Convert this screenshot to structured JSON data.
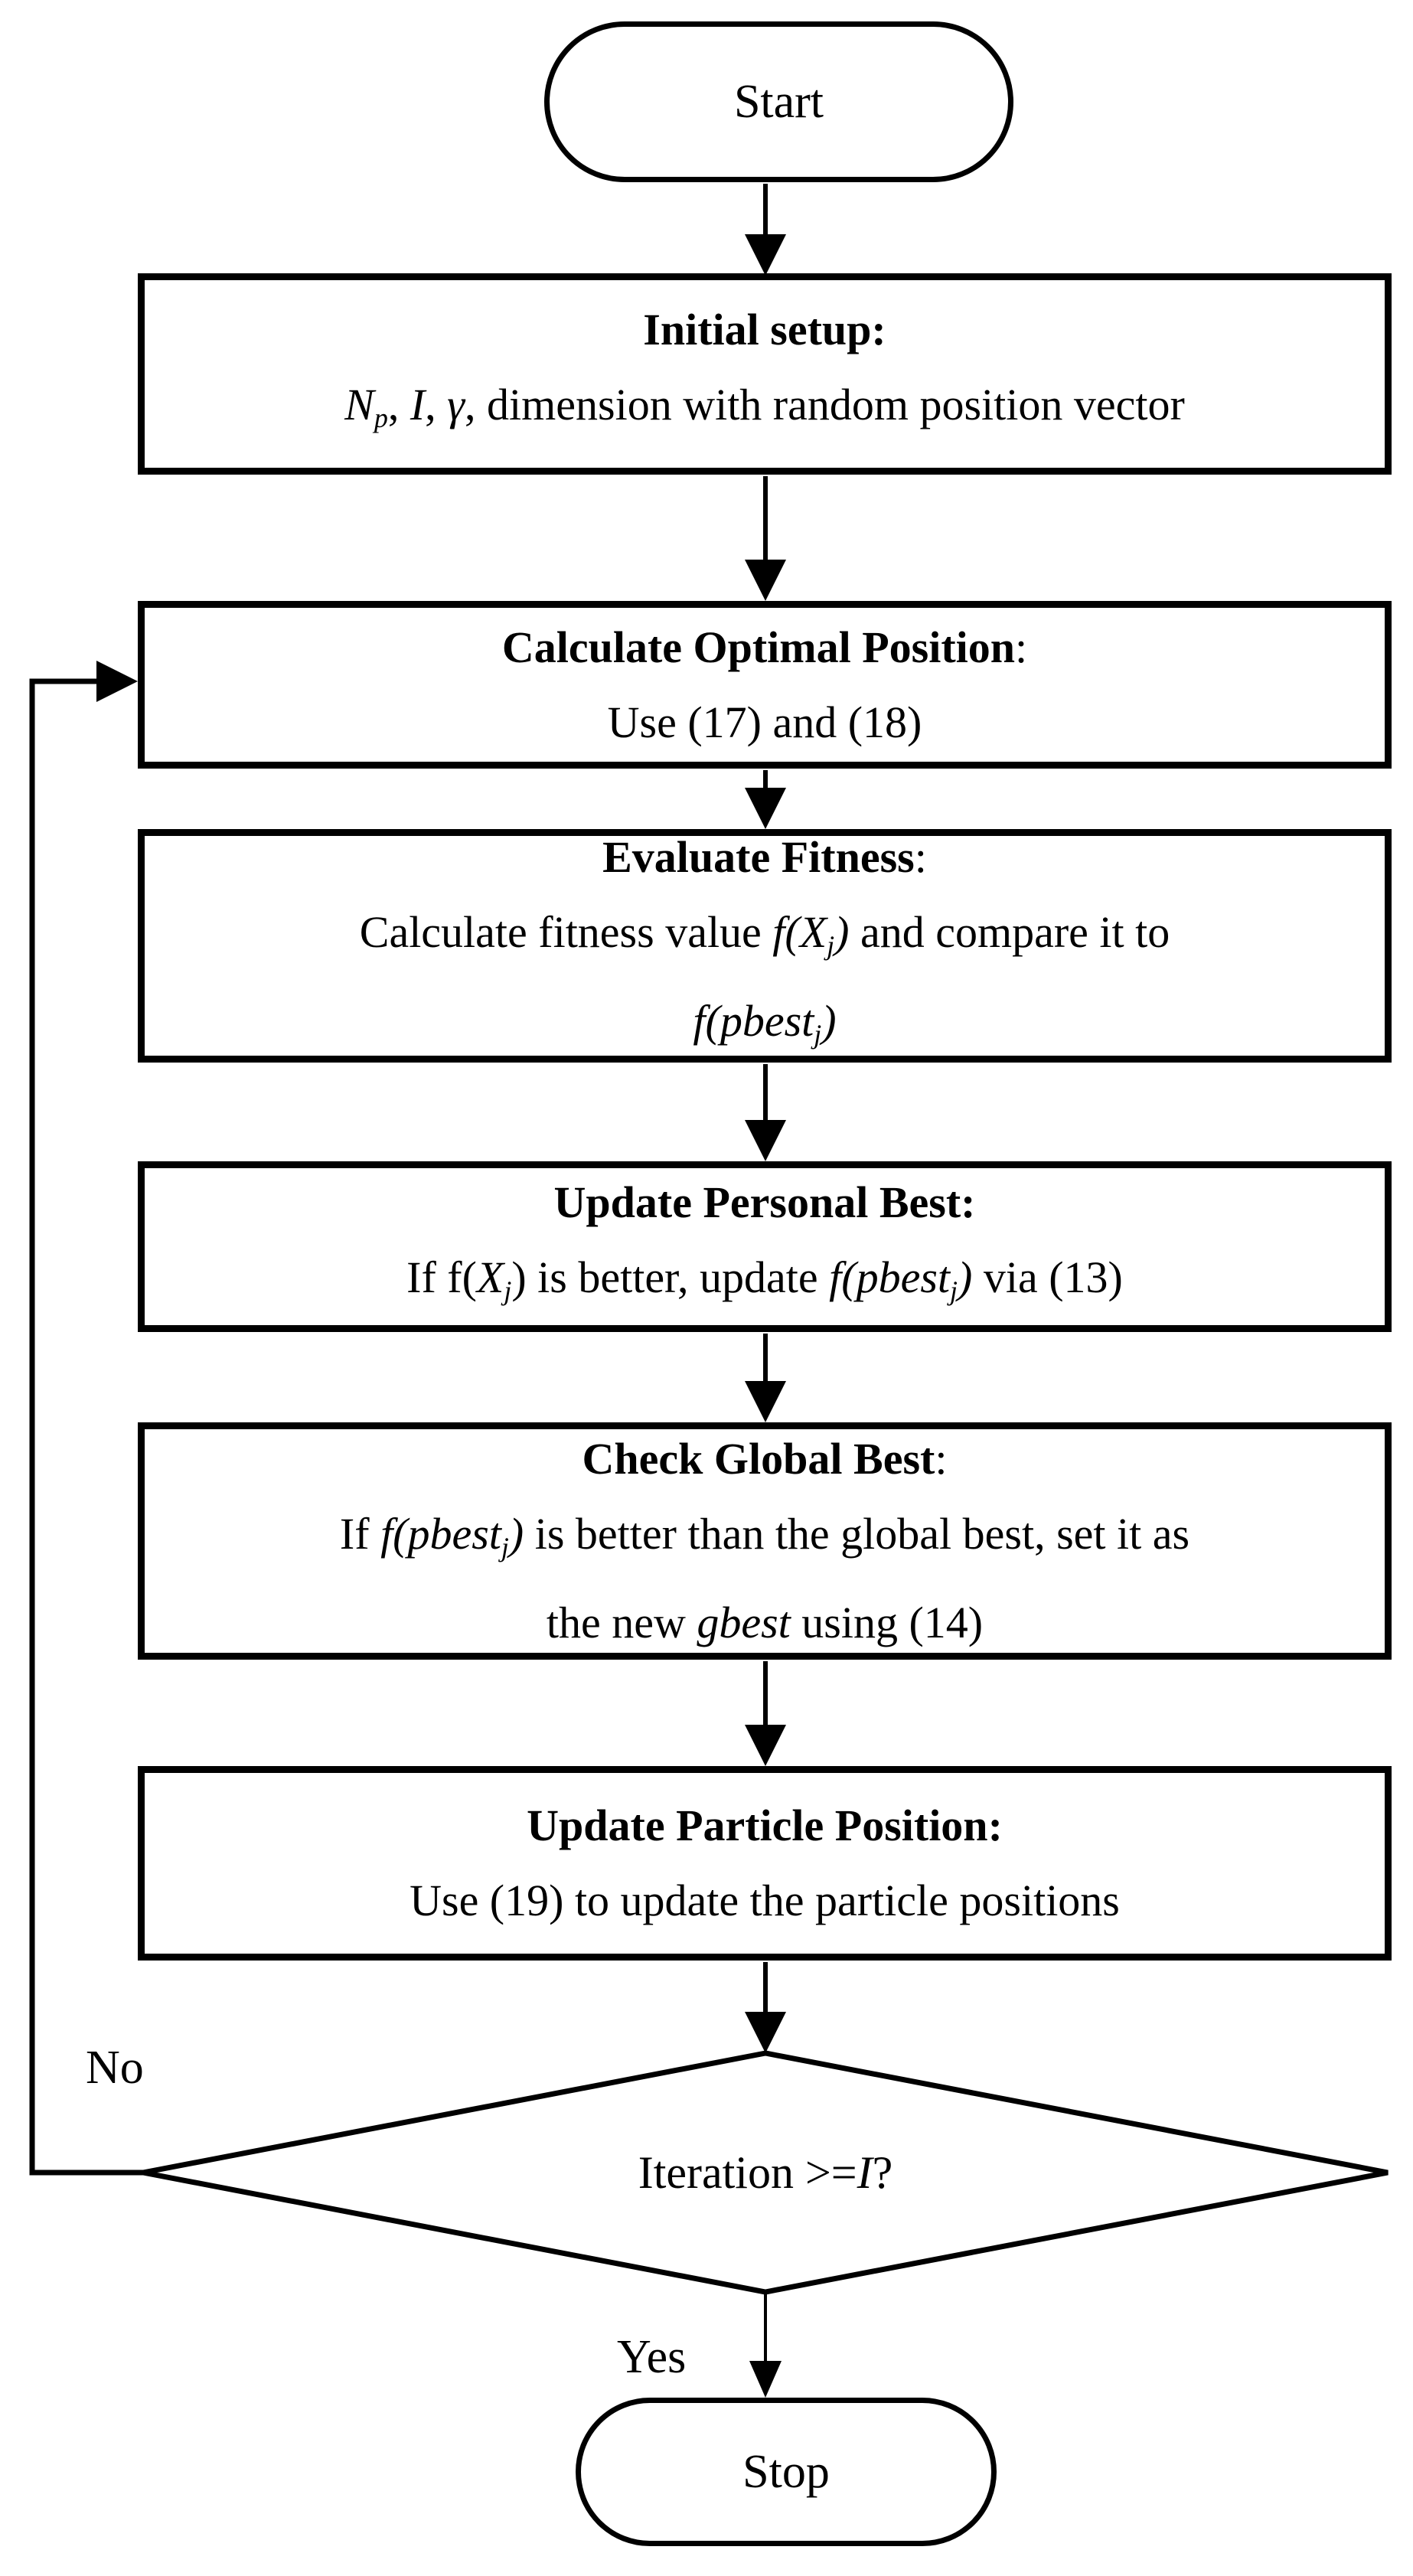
{
  "figure": {
    "type": "flowchart",
    "colors": {
      "stroke": "#000000",
      "fill": "#ffffff",
      "text": "#000000"
    },
    "start_label": "Start",
    "stop_label": "Stop",
    "no_label": "No",
    "yes_label": "Yes",
    "decision": {
      "name": "iteration-check",
      "segments": [
        {
          "t": "Iteration >= ",
          "s": "n"
        },
        {
          "t": "I",
          "s": "i"
        },
        {
          "t": " ?",
          "s": "n"
        }
      ]
    },
    "boxes": [
      {
        "name": "initial-setup",
        "title": [
          {
            "t": "Initial setup:",
            "s": "b"
          }
        ],
        "lines": [
          [
            {
              "t": "N",
              "s": "i"
            },
            {
              "t": "p",
              "s": "isub"
            },
            {
              "t": ", ",
              "s": "n"
            },
            {
              "t": "I",
              "s": "i"
            },
            {
              "t": ", ",
              "s": "n"
            },
            {
              "t": "γ",
              "s": "i"
            },
            {
              "t": ", dimension with random position vector",
              "s": "n"
            }
          ]
        ]
      },
      {
        "name": "calculate-optimal-position",
        "title": [
          {
            "t": "Calculate Optimal Position",
            "s": "b"
          },
          {
            "t": ":",
            "s": "n"
          }
        ],
        "lines": [
          [
            {
              "t": "Use (17) and (18)",
              "s": "n"
            }
          ]
        ]
      },
      {
        "name": "evaluate-fitness",
        "title": [
          {
            "t": "Evaluate Fitness",
            "s": "b"
          },
          {
            "t": ":",
            "s": "n"
          }
        ],
        "lines": [
          [
            {
              "t": "Calculate fitness value ",
              "s": "n"
            },
            {
              "t": "f(X",
              "s": "i"
            },
            {
              "t": "j",
              "s": "isub"
            },
            {
              "t": ")",
              "s": "i"
            },
            {
              "t": " and compare it to",
              "s": "n"
            }
          ],
          [
            {
              "t": "f(pbest",
              "s": "i"
            },
            {
              "t": "j",
              "s": "isub"
            },
            {
              "t": ")",
              "s": "i"
            }
          ]
        ]
      },
      {
        "name": "update-personal-best",
        "title": [
          {
            "t": "Update Personal Best:",
            "s": "b"
          }
        ],
        "lines": [
          [
            {
              "t": "If f(",
              "s": "n"
            },
            {
              "t": "X",
              "s": "i"
            },
            {
              "t": "j",
              "s": "isub"
            },
            {
              "t": ") is better, update ",
              "s": "n"
            },
            {
              "t": "f(pbest",
              "s": "i"
            },
            {
              "t": "j",
              "s": "isub"
            },
            {
              "t": ")",
              "s": "i"
            },
            {
              "t": " via (13)",
              "s": "n"
            }
          ]
        ]
      },
      {
        "name": "check-global-best",
        "title": [
          {
            "t": "Check Global Best",
            "s": "b"
          },
          {
            "t": ":",
            "s": "n"
          }
        ],
        "lines": [
          [
            {
              "t": "If ",
              "s": "n"
            },
            {
              "t": "f(pbest",
              "s": "i"
            },
            {
              "t": "j",
              "s": "isub"
            },
            {
              "t": ")",
              "s": "i"
            },
            {
              "t": " is better than the global best, set it as",
              "s": "n"
            }
          ],
          [
            {
              "t": "the new ",
              "s": "n"
            },
            {
              "t": "gbest",
              "s": "i"
            },
            {
              "t": " using (14)",
              "s": "n"
            }
          ]
        ]
      },
      {
        "name": "update-particle-position",
        "title": [
          {
            "t": "Update Particle Position:",
            "s": "b"
          }
        ],
        "lines": [
          [
            {
              "t": "Use (19) to update the particle positions",
              "s": "n"
            }
          ]
        ]
      }
    ]
  }
}
